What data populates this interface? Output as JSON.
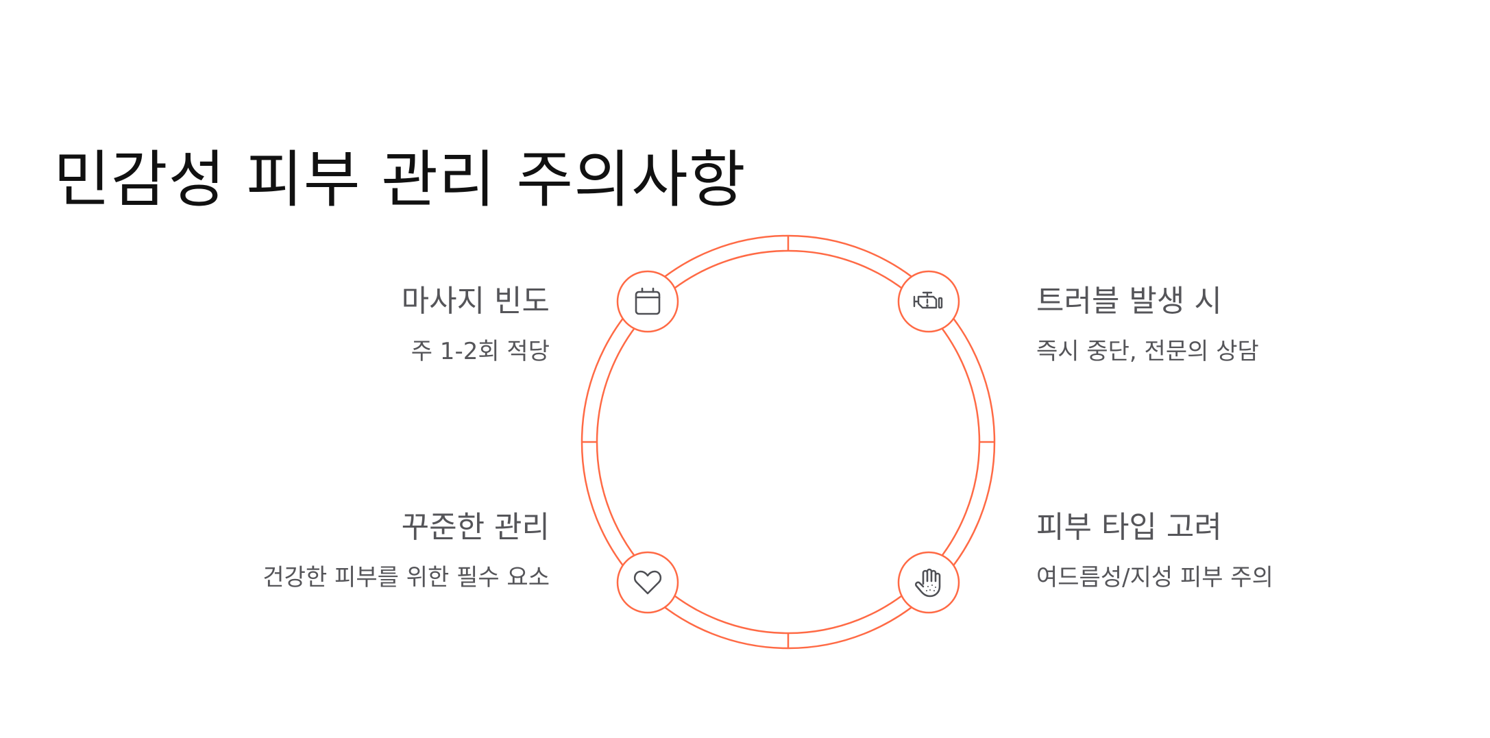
{
  "title": "민감성 피부 관리 주의사항",
  "colors": {
    "accent": "#FF6A45",
    "title_text": "#111111",
    "body_text": "#555559",
    "icon_stroke": "#4E4F54",
    "background": "#FFFFFF"
  },
  "cycle": {
    "items": [
      {
        "position": "top-left",
        "icon": "calendar-icon",
        "title": "마사지 빈도",
        "description": "주 1-2회 적당"
      },
      {
        "position": "top-right",
        "icon": "engine-warning-icon",
        "title": "트러블 발생 시",
        "description": "즉시 중단, 전문의 상담"
      },
      {
        "position": "bottom-left",
        "icon": "heart-icon",
        "title": "꾸준한 관리",
        "description": "건강한 피부를 위한 필수 요소"
      },
      {
        "position": "bottom-right",
        "icon": "hand-skin-icon",
        "title": "피부 타입 고려",
        "description": "여드름성/지성 피부 주의"
      }
    ]
  }
}
